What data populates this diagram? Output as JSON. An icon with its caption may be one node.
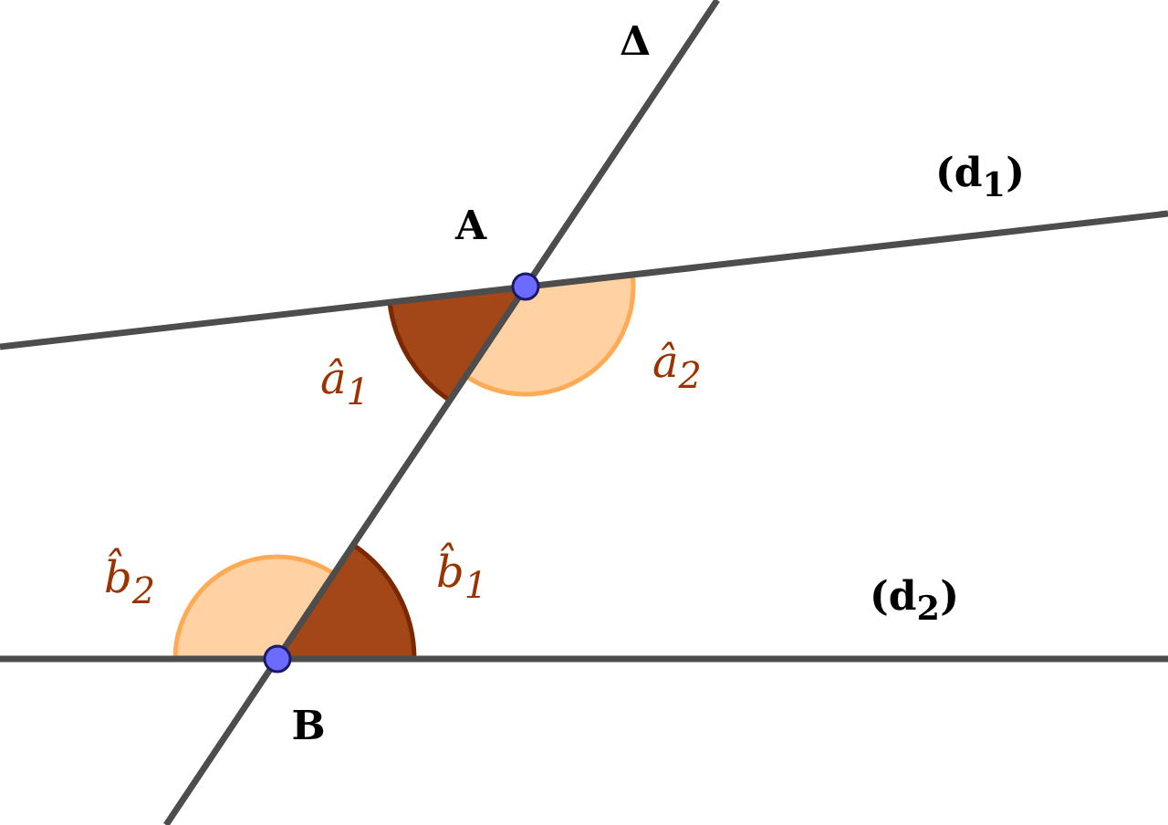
{
  "diagram": {
    "labels": [
      "Δ",
      "(d$_{1}$)",
      "A",
      "â$_{1}$",
      "â$_{2}$",
      "b̂$_{2}$",
      "b̂$_{1}$",
      "(d$_{2}$)",
      "B"
    ]
  }
}
